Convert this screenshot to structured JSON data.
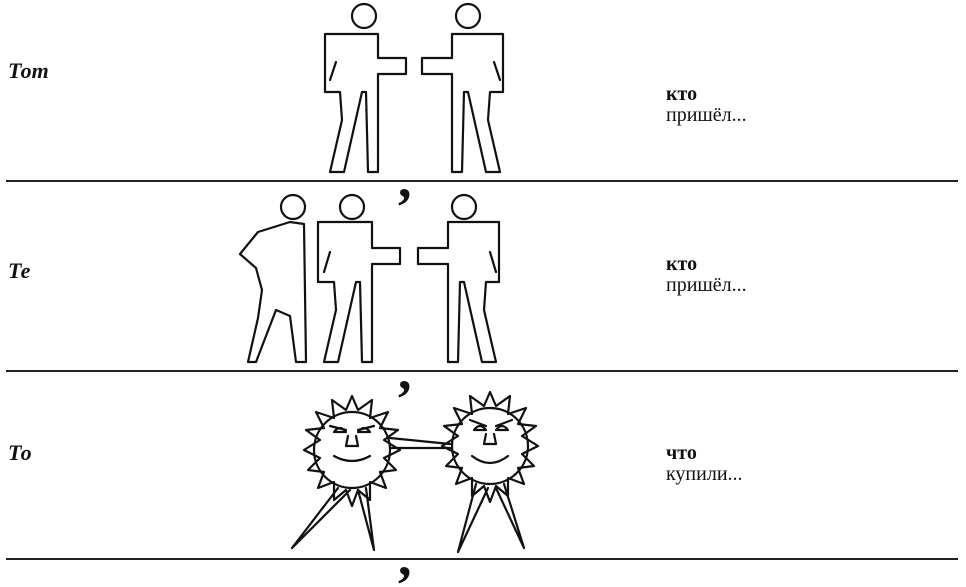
{
  "rows": [
    {
      "pronoun": "Тот",
      "relative_word": "кто",
      "verb": "пришёл..."
    },
    {
      "pronoun": "Те",
      "relative_word": "кто",
      "verb": "пришёл..."
    },
    {
      "pronoun": "То",
      "relative_word": "что",
      "verb": "купили..."
    }
  ],
  "comma": ","
}
